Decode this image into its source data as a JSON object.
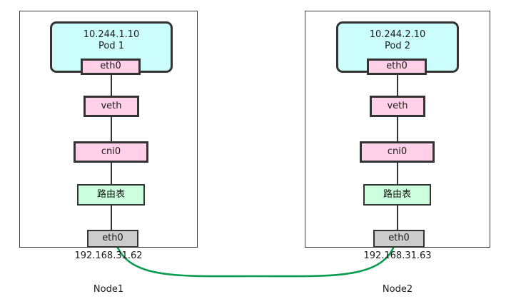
{
  "diagram": {
    "type": "network-topology",
    "background": "#ffffff",
    "colors": {
      "pod_fill": "#ccfdfd",
      "interface_fill": "#ffd0e8",
      "route_table_fill": "#ccffdd",
      "nic_fill": "#cccccc",
      "border": "#333333",
      "node_border": "#3a3a3a",
      "link": "#0a9d50",
      "text": "#1a1a1a"
    },
    "nodes": [
      {
        "id": "node1",
        "label": "Node1",
        "host_ip": "192.168.31.62",
        "pod": {
          "ip": "10.244.1.10",
          "name": "Pod 1",
          "interface": "eth0"
        },
        "stack": [
          {
            "name": "veth",
            "label": "veth",
            "kind": "interface"
          },
          {
            "name": "cni0",
            "label": "cni0",
            "kind": "interface"
          },
          {
            "name": "route-table",
            "label": "路由表",
            "kind": "route-table"
          },
          {
            "name": "host-eth0",
            "label": "eth0",
            "kind": "nic"
          }
        ]
      },
      {
        "id": "node2",
        "label": "Node2",
        "host_ip": "192.168.31.63",
        "pod": {
          "ip": "10.244.2.10",
          "name": "Pod 2",
          "interface": "eth0"
        },
        "stack": [
          {
            "name": "veth",
            "label": "veth",
            "kind": "interface"
          },
          {
            "name": "cni0",
            "label": "cni0",
            "kind": "interface"
          },
          {
            "name": "route-table",
            "label": "路由表",
            "kind": "route-table"
          },
          {
            "name": "host-eth0",
            "label": "eth0",
            "kind": "nic"
          }
        ]
      }
    ],
    "link": {
      "name": "node-to-node-link",
      "from": "node1.host-eth0",
      "to": "node2.host-eth0",
      "color": "#0a9d50"
    }
  }
}
